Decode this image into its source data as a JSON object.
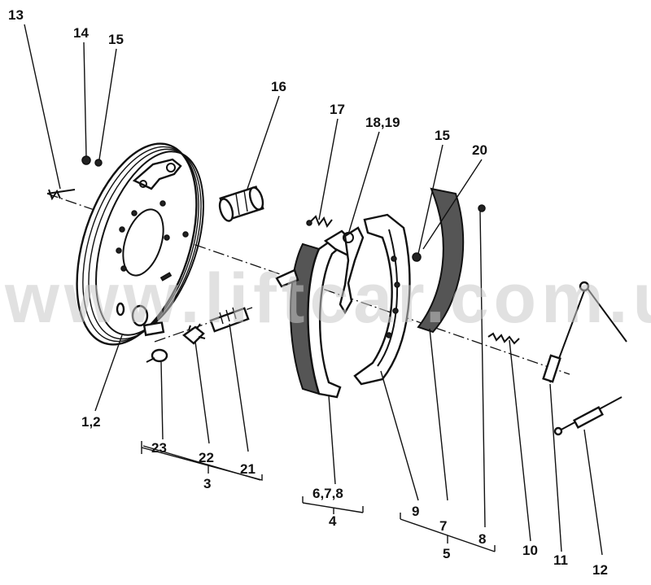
{
  "watermark": "www.liftcar.com.ua",
  "callouts": {
    "c1_2": "1,2",
    "c3": "3",
    "c4": "4",
    "c5": "5",
    "c6_7_8": "6,7,8",
    "c7": "7",
    "c8": "8",
    "c9": "9",
    "c10": "10",
    "c11": "11",
    "c12": "12",
    "c13": "13",
    "c14": "14",
    "c15a": "15",
    "c15b": "15",
    "c16": "16",
    "c17": "17",
    "c18_19": "18,19",
    "c20": "20",
    "c21": "21",
    "c22": "22",
    "c23": "23"
  }
}
